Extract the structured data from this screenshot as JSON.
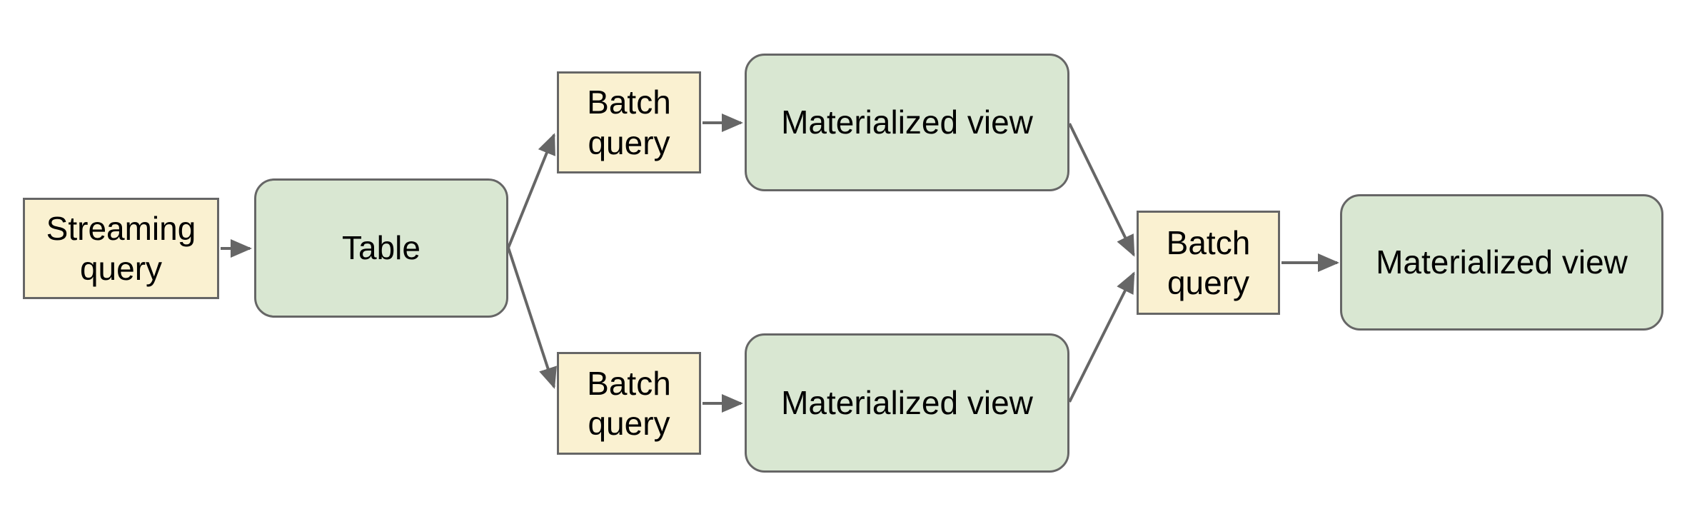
{
  "colors": {
    "background": "#ffffff",
    "query_fill": "#faf1d1",
    "storage_fill": "#d9e7d2",
    "stroke": "#666666",
    "text": "#000000"
  },
  "nodes": {
    "streaming_query": {
      "label": "Streaming query",
      "kind": "query"
    },
    "table": {
      "label": "Table",
      "kind": "storage"
    },
    "batch_query_top": {
      "label": "Batch query",
      "kind": "query"
    },
    "materialized_view_top": {
      "label": "Materialized view",
      "kind": "storage"
    },
    "batch_query_bottom": {
      "label": "Batch query",
      "kind": "query"
    },
    "materialized_view_bottom": {
      "label": "Materialized view",
      "kind": "storage"
    },
    "batch_query_right": {
      "label": "Batch query",
      "kind": "query"
    },
    "materialized_view_right": {
      "label": "Materialized view",
      "kind": "storage"
    }
  },
  "edges": [
    {
      "from": "streaming_query",
      "to": "table"
    },
    {
      "from": "table",
      "to": "batch_query_top"
    },
    {
      "from": "table",
      "to": "batch_query_bottom"
    },
    {
      "from": "batch_query_top",
      "to": "materialized_view_top"
    },
    {
      "from": "batch_query_bottom",
      "to": "materialized_view_bottom"
    },
    {
      "from": "materialized_view_top",
      "to": "batch_query_right"
    },
    {
      "from": "materialized_view_bottom",
      "to": "batch_query_right"
    },
    {
      "from": "batch_query_right",
      "to": "materialized_view_right"
    }
  ]
}
